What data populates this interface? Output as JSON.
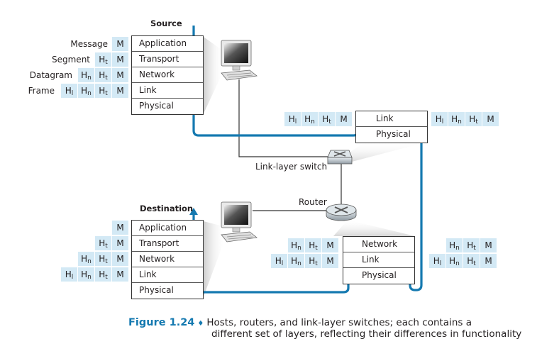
{
  "diagram": {
    "source": {
      "title": "Source",
      "layers": [
        "Application",
        "Transport",
        "Network",
        "Link",
        "Physical"
      ],
      "pdus": [
        {
          "name": "Message",
          "headers": [
            "M"
          ]
        },
        {
          "name": "Segment",
          "headers": [
            "Ht",
            "M"
          ]
        },
        {
          "name": "Datagram",
          "headers": [
            "Hn",
            "Ht",
            "M"
          ]
        },
        {
          "name": "Frame",
          "headers": [
            "Hl",
            "Hn",
            "Ht",
            "M"
          ]
        }
      ]
    },
    "destination": {
      "title": "Destination",
      "layers": [
        "Application",
        "Transport",
        "Network",
        "Link",
        "Physical"
      ],
      "pdus": [
        {
          "headers": [
            "M"
          ]
        },
        {
          "headers": [
            "Ht",
            "M"
          ]
        },
        {
          "headers": [
            "Hn",
            "Ht",
            "M"
          ]
        },
        {
          "headers": [
            "Hl",
            "Hn",
            "Ht",
            "M"
          ]
        }
      ]
    },
    "switch": {
      "label": "Link-layer switch",
      "layers": [
        "Link",
        "Physical"
      ],
      "left_headers": [
        "Hl",
        "Hn",
        "Ht",
        "M"
      ],
      "right_headers": [
        "Hl",
        "Hn",
        "Ht",
        "M"
      ]
    },
    "router": {
      "label": "Router",
      "layers": [
        "Network",
        "Link",
        "Physical"
      ],
      "left_headers": [
        [
          "Hn",
          "Ht",
          "M"
        ],
        [
          "Hl",
          "Hn",
          "Ht",
          "M"
        ]
      ],
      "right_headers": [
        [
          "Hn",
          "Ht",
          "M"
        ],
        [
          "Hl",
          "Hn",
          "Ht",
          "M"
        ]
      ]
    },
    "icons": {
      "source_host": "desktop-computer-icon",
      "destination_host": "desktop-computer-icon",
      "switch": "link-layer-switch-icon",
      "router": "router-icon"
    },
    "colors": {
      "path": "#1479b0",
      "header_cell": "#d3e9f5",
      "caption_accent": "#1479b0"
    }
  },
  "caption": {
    "figure": "Figure 1.24",
    "separator": "♦",
    "line1": "Hosts, routers, and link-layer switches; each contains a",
    "line2": "different set of layers, reflecting their differences in functionality"
  }
}
